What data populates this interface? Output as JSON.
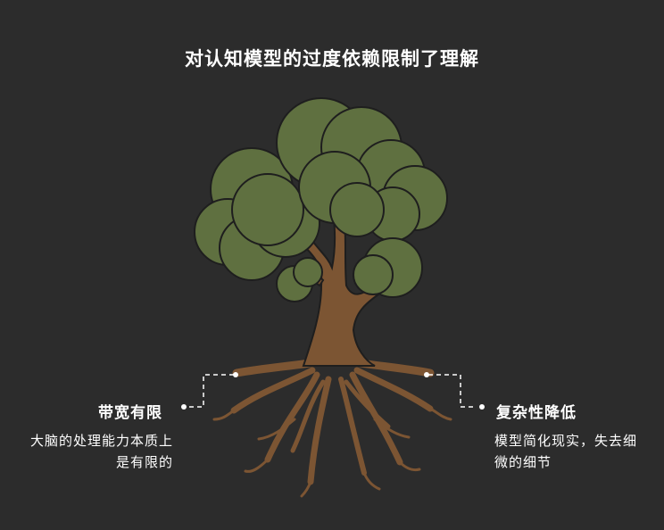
{
  "title": "对认知模型的过度依赖限制了理解",
  "left": {
    "heading": "带宽有限",
    "description": "大脑的处理能力本质上是有限的"
  },
  "right": {
    "heading": "复杂性降低",
    "description": "模型简化现实，失去细微的细节"
  },
  "colors": {
    "background": "#2c2c2c",
    "foliage": "#5f7040",
    "trunk": "#7c5533",
    "outline": "#1e1e1e",
    "text": "#ffffff"
  }
}
